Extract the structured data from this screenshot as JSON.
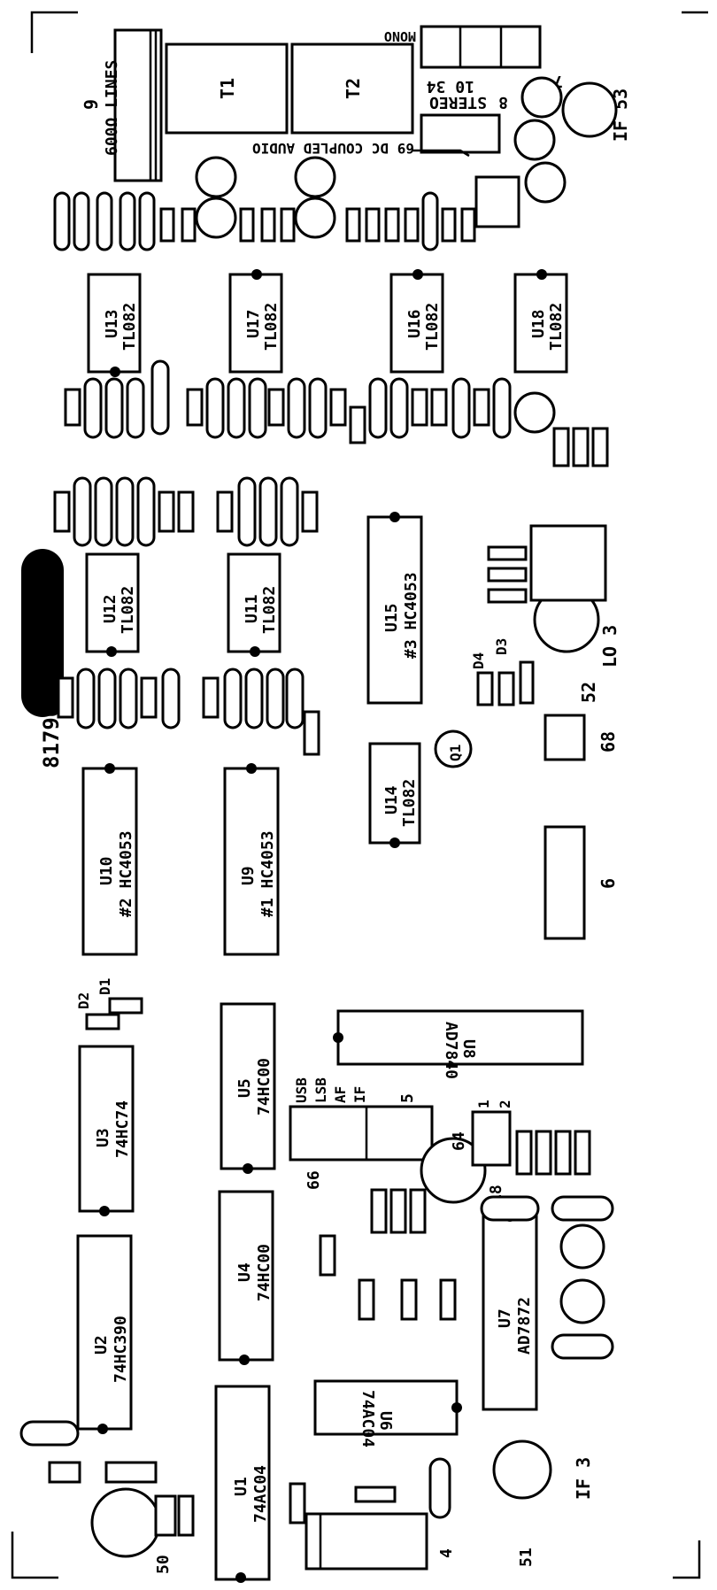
{
  "board": {
    "number": "81790",
    "labels": {
      "connector_9": "9",
      "lines_600": "600Ω LINES",
      "mono": "MONO",
      "stereo": "STEREO",
      "stereo_pins": "10 34",
      "stereo_num": "8",
      "num_7": "7",
      "dc_coupled": "69 DC COUPLED AUDIO",
      "if53": "IF 53",
      "lo3": "LO 3",
      "num_52": "52",
      "num_68": "68",
      "num_6": "6",
      "num_66": "66",
      "num_5": "5",
      "num_64": "64",
      "num_18": "18",
      "num_1": "1",
      "num_2": "2",
      "num_4": "4",
      "num_50": "50",
      "num_51": "51",
      "if3": "IF 3",
      "q1": "Q1",
      "d1": "D1",
      "d2": "D2",
      "d3": "D3",
      "d4": "D4",
      "usb": "USB",
      "lsb": "LSB",
      "af": "AF",
      "if": "IF"
    },
    "transformers": {
      "t1": "T1",
      "t2": "T2"
    },
    "chips": [
      {
        "ref": "U13",
        "part": "TL082"
      },
      {
        "ref": "U17",
        "part": "TL082"
      },
      {
        "ref": "U16",
        "part": "TL082"
      },
      {
        "ref": "U18",
        "part": "TL082"
      },
      {
        "ref": "U12",
        "part": "TL082"
      },
      {
        "ref": "U11",
        "part": "TL082"
      },
      {
        "ref": "U15",
        "part": "#3 HC4053"
      },
      {
        "ref": "U14",
        "part": "TL082"
      },
      {
        "ref": "U10",
        "part": "#2 HC4053"
      },
      {
        "ref": "U9",
        "part": "#1 HC4053"
      },
      {
        "ref": "U8",
        "part": "AD7840"
      },
      {
        "ref": "U3",
        "part": "74HC74"
      },
      {
        "ref": "U5",
        "part": "74HC00"
      },
      {
        "ref": "U4",
        "part": "74HC00"
      },
      {
        "ref": "U2",
        "part": "74HC390"
      },
      {
        "ref": "U7",
        "part": "AD7872"
      },
      {
        "ref": "U6",
        "part": "74AC04"
      },
      {
        "ref": "U1",
        "part": "74AC04"
      }
    ]
  }
}
